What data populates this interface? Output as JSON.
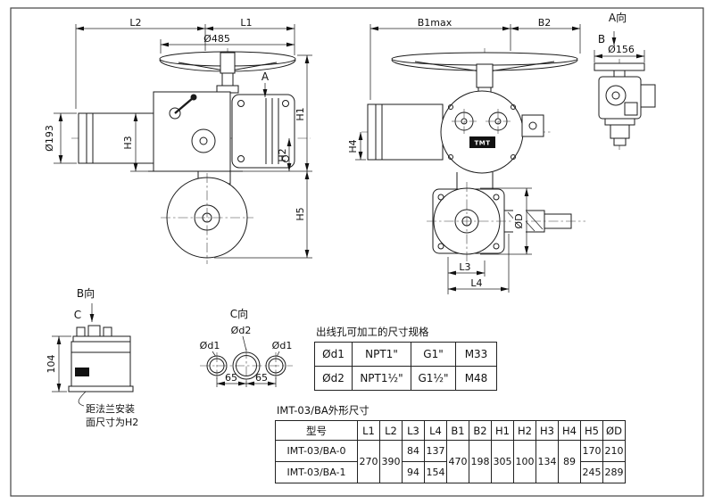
{
  "side_view": {
    "L2": "L2",
    "L1": "L1",
    "d485": "Ø485",
    "d193": "Ø193",
    "H3": "H3",
    "H1": "H1",
    "H2": "H2",
    "H5": "H5",
    "A": "A"
  },
  "front_view": {
    "B1max": "B1max",
    "B2": "B2",
    "H4": "H4",
    "dD": "ØD",
    "L3": "L3",
    "L4": "L4",
    "logo": "TMT"
  },
  "a_view": {
    "title": "A向",
    "B": "B",
    "d156": "Ø156"
  },
  "b_view": {
    "title": "B向",
    "C": "C",
    "h104": "104",
    "note1": "距法兰安装",
    "note2": "面尺寸为H2"
  },
  "c_view": {
    "title": "C向",
    "d2": "Ød2",
    "d1l": "Ød1",
    "d1r": "Ød1",
    "s65a": "65",
    "s65b": "65"
  },
  "hole_table": {
    "title": "出线孔可加工的尺寸规格",
    "rows": [
      [
        "Ød1",
        "NPT1\"",
        "G1\"",
        "M33"
      ],
      [
        "Ød2",
        "NPT1½\"",
        "G1½\"",
        "M48"
      ]
    ]
  },
  "size_table": {
    "title": "IMT-03/BA外形尺寸",
    "headers": [
      "型号",
      "L1",
      "L2",
      "L3",
      "L4",
      "B1",
      "B2",
      "H1",
      "H2",
      "H3",
      "H4",
      "H5",
      "ØD"
    ],
    "shared": {
      "L1": "270",
      "L2": "390",
      "B1": "470",
      "B2": "198",
      "H1": "305",
      "H2": "100",
      "H3": "134",
      "H4": "89"
    },
    "rows": [
      {
        "model": "IMT-03/BA-0",
        "L3": "84",
        "L4": "137",
        "H5": "170",
        "D": "210"
      },
      {
        "model": "IMT-03/BA-1",
        "L3": "94",
        "L4": "154",
        "H5": "245",
        "D": "289"
      }
    ]
  }
}
